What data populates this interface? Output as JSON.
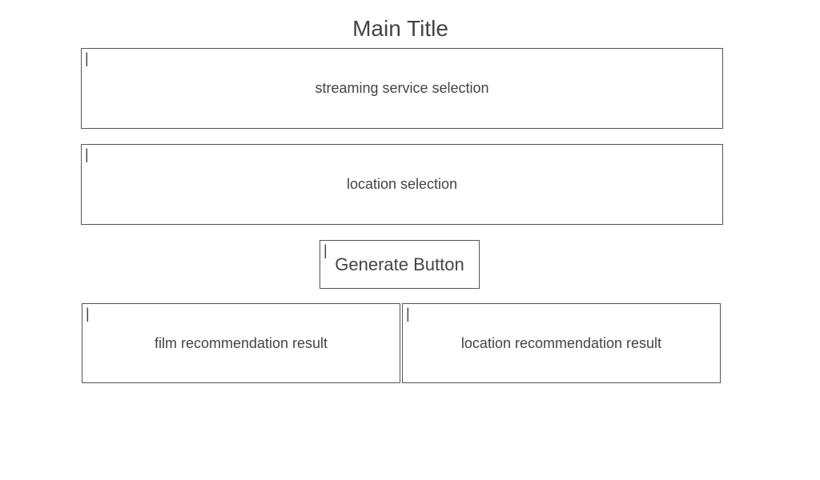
{
  "page": {
    "title": "Main Title"
  },
  "cursor_glyph": "|",
  "streaming_selection": {
    "label": "streaming service selection"
  },
  "location_selection": {
    "label": "location selection"
  },
  "generate": {
    "label": "Generate Button"
  },
  "results": {
    "film": "film recommendation result",
    "location": "location recommendation result"
  },
  "colors": {
    "text": "#444444",
    "border": "#555555",
    "background": "#ffffff"
  }
}
